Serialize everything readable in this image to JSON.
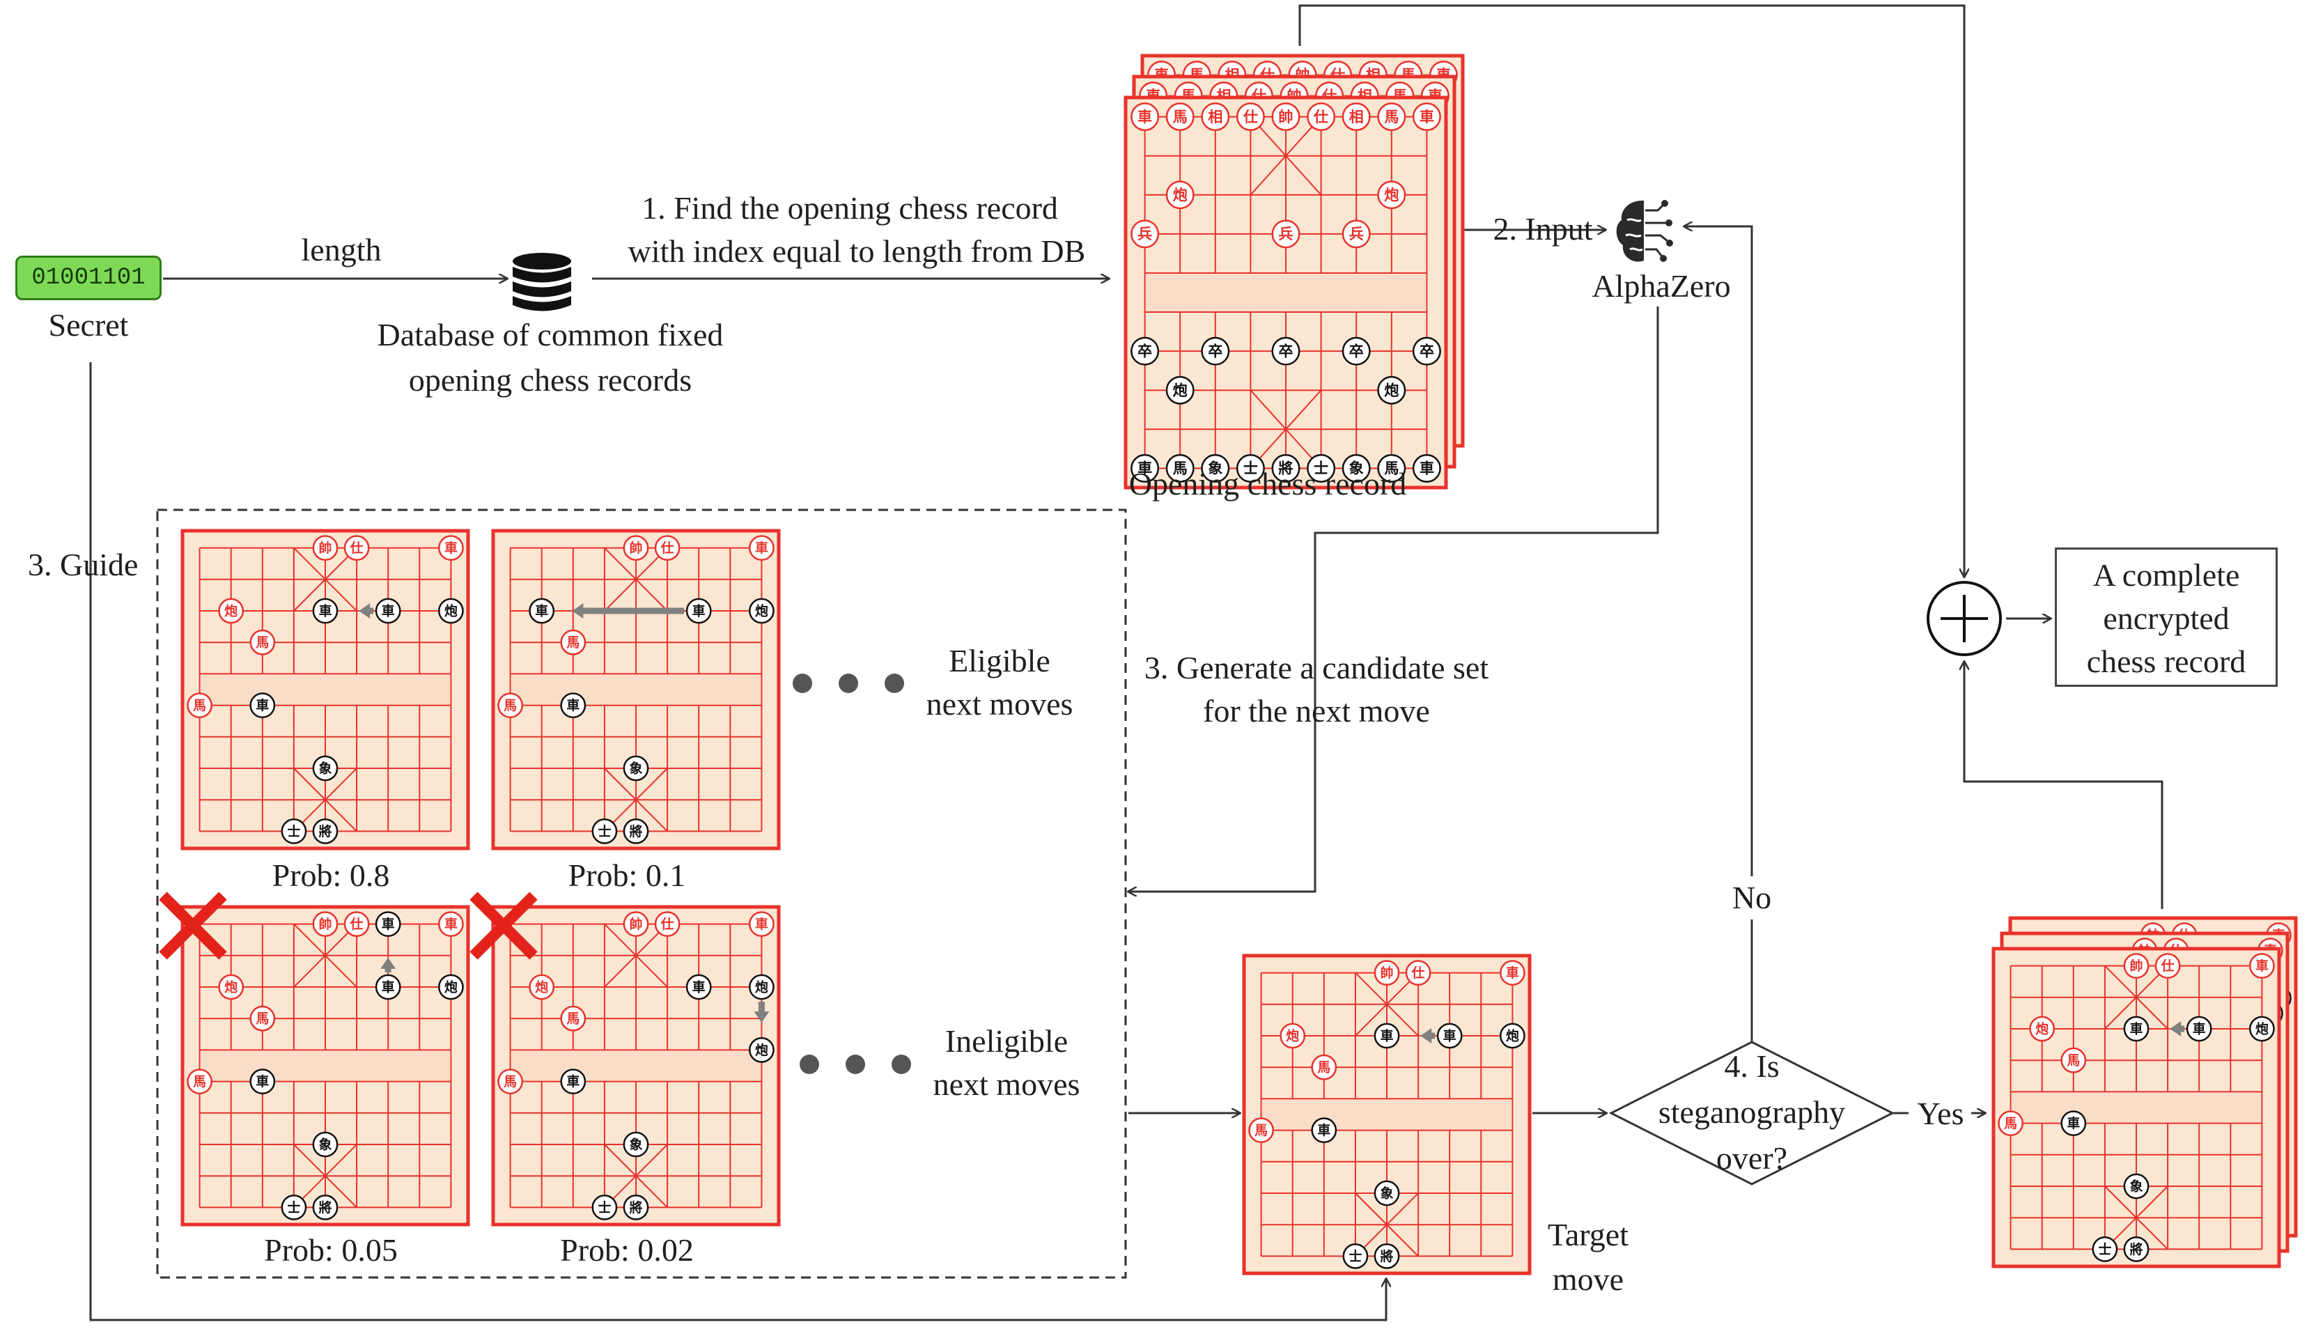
{
  "secret": {
    "bits": "01001101",
    "label": "Secret"
  },
  "flow": {
    "length_label": "length",
    "db_label_line1": "Database of common fixed",
    "db_label_line2": "opening chess records",
    "step1_line1": "1. Find the opening chess record",
    "step1_line2": "with index equal to length from DB",
    "opening_label": "Opening chess record",
    "step2_label": "2. Input",
    "alphazero_label": "AlphaZero",
    "guide_label": "3. Guide",
    "step3_line1": "3. Generate a candidate set",
    "step3_line2": "for the next move",
    "eligible_line1": "Eligible",
    "eligible_line2": "next moves",
    "ineligible_line1": "Ineligible",
    "ineligible_line2": "next moves",
    "target_line1": "Target",
    "target_line2": "move",
    "decision_line1": "4. Is",
    "decision_line2": "steganography",
    "decision_line3": "over?",
    "no_label": "No",
    "yes_label": "Yes",
    "result_line1": "A complete",
    "result_line2": "encrypted",
    "result_line3": "chess  record"
  },
  "candidates": [
    {
      "prob": "Prob: 0.8",
      "eligible": true
    },
    {
      "prob": "Prob: 0.1",
      "eligible": true
    },
    {
      "prob": "Prob: 0.05",
      "eligible": false
    },
    {
      "prob": "Prob: 0.02",
      "eligible": false
    }
  ],
  "pieces": {
    "red_chariot": "車",
    "red_horse": "馬",
    "red_elephant": "相",
    "red_advisor": "仕",
    "red_king": "帥",
    "red_pawn": "兵",
    "red_cannon": "炮",
    "black_chariot": "車",
    "black_horse": "馬",
    "black_elephant": "象",
    "black_advisor": "士",
    "black_king": "將",
    "black_pawn": "卒",
    "black_cannon": "炮"
  },
  "colors": {
    "board_bg": "#fbe6d2",
    "board_line": "#e8322b",
    "secret_fill": "#7ed957",
    "cross": "#e32219"
  },
  "icons": {
    "database": "database-icon",
    "brain": "brain-circuit-icon",
    "plus": "circled-plus-icon",
    "cross": "red-x-icon"
  }
}
